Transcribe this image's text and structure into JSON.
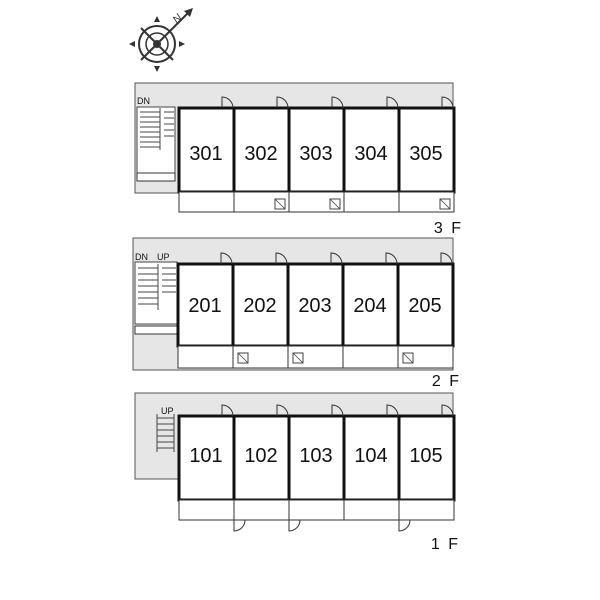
{
  "compass": {
    "label": "N",
    "icon": "compass-rose-icon"
  },
  "floors": [
    {
      "id": "3f",
      "label": "3 F",
      "stair_labels": [
        "DN"
      ],
      "rooms": [
        "301",
        "302",
        "303",
        "304",
        "305"
      ]
    },
    {
      "id": "2f",
      "label": "2 F",
      "stair_labels": [
        "DN",
        "UP"
      ],
      "rooms": [
        "201",
        "202",
        "203",
        "204",
        "205"
      ]
    },
    {
      "id": "1f",
      "label": "1 F",
      "stair_labels": [
        "UP"
      ],
      "rooms": [
        "101",
        "102",
        "103",
        "104",
        "105"
      ]
    }
  ]
}
